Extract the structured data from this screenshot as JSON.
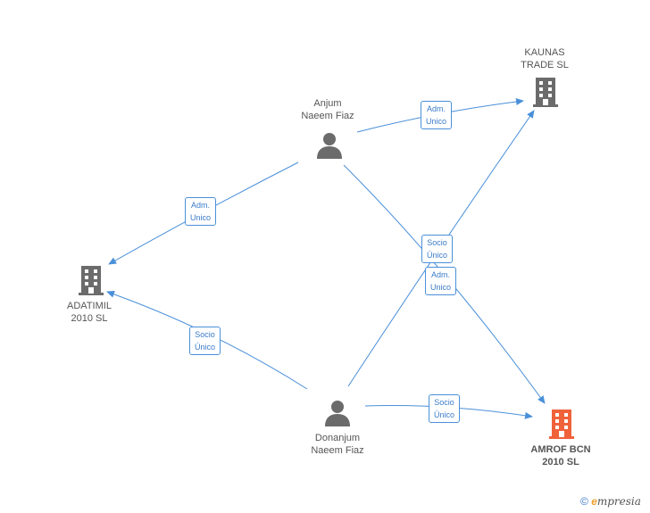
{
  "nodes": {
    "kaunas": {
      "line1": "KAUNAS",
      "line2": "TRADE SL",
      "type": "company"
    },
    "anjum": {
      "line1": "Anjum",
      "line2": "Naeem Fiaz",
      "type": "person"
    },
    "adatimil": {
      "line1": "ADATIMIL",
      "line2": "2010 SL",
      "type": "company"
    },
    "donanjum": {
      "line1": "Donanjum",
      "line2": "Naeem Fiaz",
      "type": "person"
    },
    "amrof": {
      "line1": "AMROF BCN",
      "line2": "2010 SL",
      "type": "company-highlight"
    }
  },
  "edges": {
    "anjum_kaunas": {
      "line1": "Adm.",
      "line2": "Unico"
    },
    "anjum_adatimil": {
      "line1": "Adm.",
      "line2": "Unico"
    },
    "donanjum_kaunas": {
      "line1": "Socio",
      "line2": "Único"
    },
    "anjum_amrof": {
      "line1": "Adm.",
      "line2": "Unico"
    },
    "donanjum_adatimil": {
      "line1": "Socio",
      "line2": "Único"
    },
    "donanjum_amrof": {
      "line1": "Socio",
      "line2": "Único"
    }
  },
  "footer": {
    "copyright": "©",
    "brand_e": "e",
    "brand_rest": "mpresia"
  },
  "colors": {
    "edge": "#4a90d9",
    "icon": "#6b6b6b",
    "highlight": "#f0623a"
  }
}
